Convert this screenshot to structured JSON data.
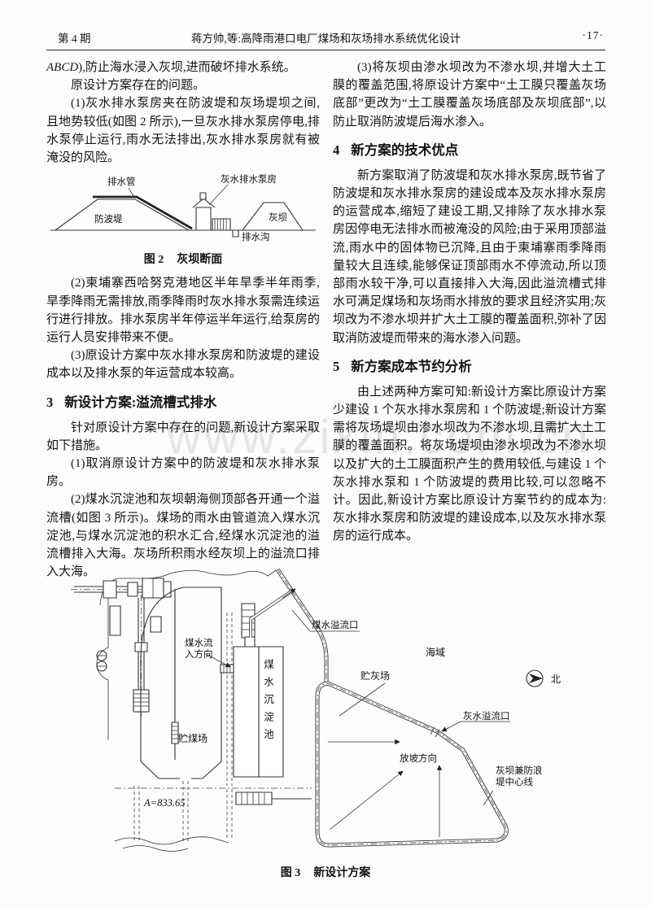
{
  "header": {
    "issue_label": "第 4 期",
    "running_title": "蒋方帅,等:高降雨港口电厂煤场和灰场排水系统优化设计",
    "page_number": "·17·"
  },
  "watermark": "www.zixin.com.cn",
  "left_column": {
    "p1_lead": "ABCD",
    "p1_rest": "),防止海水浸入灰坝,进而破坏排水系统。",
    "p2": "原设计方案存在的问题。",
    "p3": "(1)灰水排水泵房夹在防波堤和灰场堤坝之间,且地势较低(如图 2 所示),一旦灰水排水泵房停电,排水泵停止运行,雨水无法排出,灰水排水泵房就有被淹没的风险。",
    "p4": "(2)柬埔寨西哈努克港地区半年旱季半年雨季,旱季降雨无需排放,雨季降雨时灰水排水泵需连续运行进行排放。排水泵房半年停运半年运行,给泵房的运行人员安排带来不便。",
    "p5": "(3)原设计方案中灰水排水泵房和防波堤的建设成本以及排水泵的年运营成本较高。",
    "section3": {
      "num": "3",
      "title": "新设计方案:溢流槽式排水"
    },
    "p6": "针对原设计方案中存在的问题,新设计方案采取如下措施。",
    "p7": "(1)取消原设计方案中的防波堤和灰水排水泵房。",
    "p8": "(2)煤水沉淀池和灰坝朝海侧顶部各开通一个溢流槽(如图 3 所示)。煤场的雨水由管道流入煤水沉淀池,与煤水沉淀池的积水汇合,经煤水沉淀池的溢流槽排入大海。灰场所积雨水经灰坝上的溢流口排入大海。"
  },
  "right_column": {
    "p1": "(3)将灰坝由渗水坝改为不渗水坝,并增大土工膜的覆盖范围,将原设计方案中“土工膜只覆盖灰场底部”更改为“土工膜覆盖灰场底部及灰坝底部”,以防止取消防波堤后海水渗入。",
    "section4": {
      "num": "4",
      "title": "新方案的技术优点"
    },
    "p2": "新方案取消了防波堤和灰水排水泵房,既节省了防波堤和灰水排水泵房的建设成本及灰水排水泵房的运营成本,缩短了建设工期,又排除了灰水排水泵房因停电无法排水而被淹没的风险;由于采用顶部溢流,雨水中的固体物已沉降,且由于柬埔寨雨季降雨量较大且连续,能够保证顶部雨水不停流动,所以顶部雨水较干净,可以直接排入大海,因此溢流槽式排水可满足煤场和灰场雨水排放的要求且经济实用;灰坝改为不渗水坝并扩大土工膜的覆盖面积,弥补了因取消防波堤而带来的海水渗入问题。",
    "section5": {
      "num": "5",
      "title": "新方案成本节约分析"
    },
    "p3": "由上述两种方案可知:新设计方案比原设计方案少建设 1 个灰水排水泵房和 1 个防波堤;新设计方案需将灰场堤坝由渗水坝改为不渗水坝,且需扩大土工膜的覆盖面积。将灰场堤坝由渗水坝改为不渗水坝以及扩大的土工膜面积产生的费用较低,与建设 1 个灰水排水泵和 1 个防波堤的费用比较,可以忽略不计。因此,新设计方案比原设计方案节约的成本为:灰水排水泵房和防波堤的建设成本,以及灰水排水泵房的运行成本。"
  },
  "figure2": {
    "caption_tag": "图 2",
    "caption_title": "灰坝断面",
    "labels": {
      "drain_pipe": "排水管",
      "pump_house": "灰水排水泵房",
      "breakwater": "防波堤",
      "ash_dam": "灰坝",
      "drain_ditch": "排水沟"
    }
  },
  "figure3": {
    "caption_tag": "图 3",
    "caption_title": "新设计方案",
    "labels": {
      "coal_overflow": "煤水溢流口",
      "sea": "海域",
      "ash_yard": "贮灰场",
      "north": "北",
      "ash_overflow": "灰水溢流口",
      "slope_dir": "放坡方向",
      "dam_center_1": "灰坝兼防浪",
      "dam_center_2": "堤中心线",
      "coal_flow_1": "煤水流",
      "coal_flow_2": "入方向",
      "coal_yard": "贮煤场",
      "pond": "煤水沉淀池",
      "area": "A=833.65"
    }
  }
}
